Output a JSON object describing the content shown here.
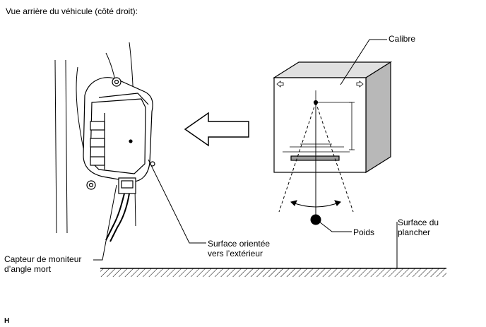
{
  "title": "Vue arrière du véhicule (côté droit):",
  "labels": {
    "calibre": "Calibre",
    "poids": "Poids",
    "surface_exterieur_1": "Surface orientée",
    "surface_exterieur_2": "vers l’extérieur",
    "surface_plancher_1": "Surface du",
    "surface_plancher_2": "plancher",
    "capteur_1": "Capteur de moniteur",
    "capteur_2": "d’angle mort"
  },
  "corner_mark": "H"
}
